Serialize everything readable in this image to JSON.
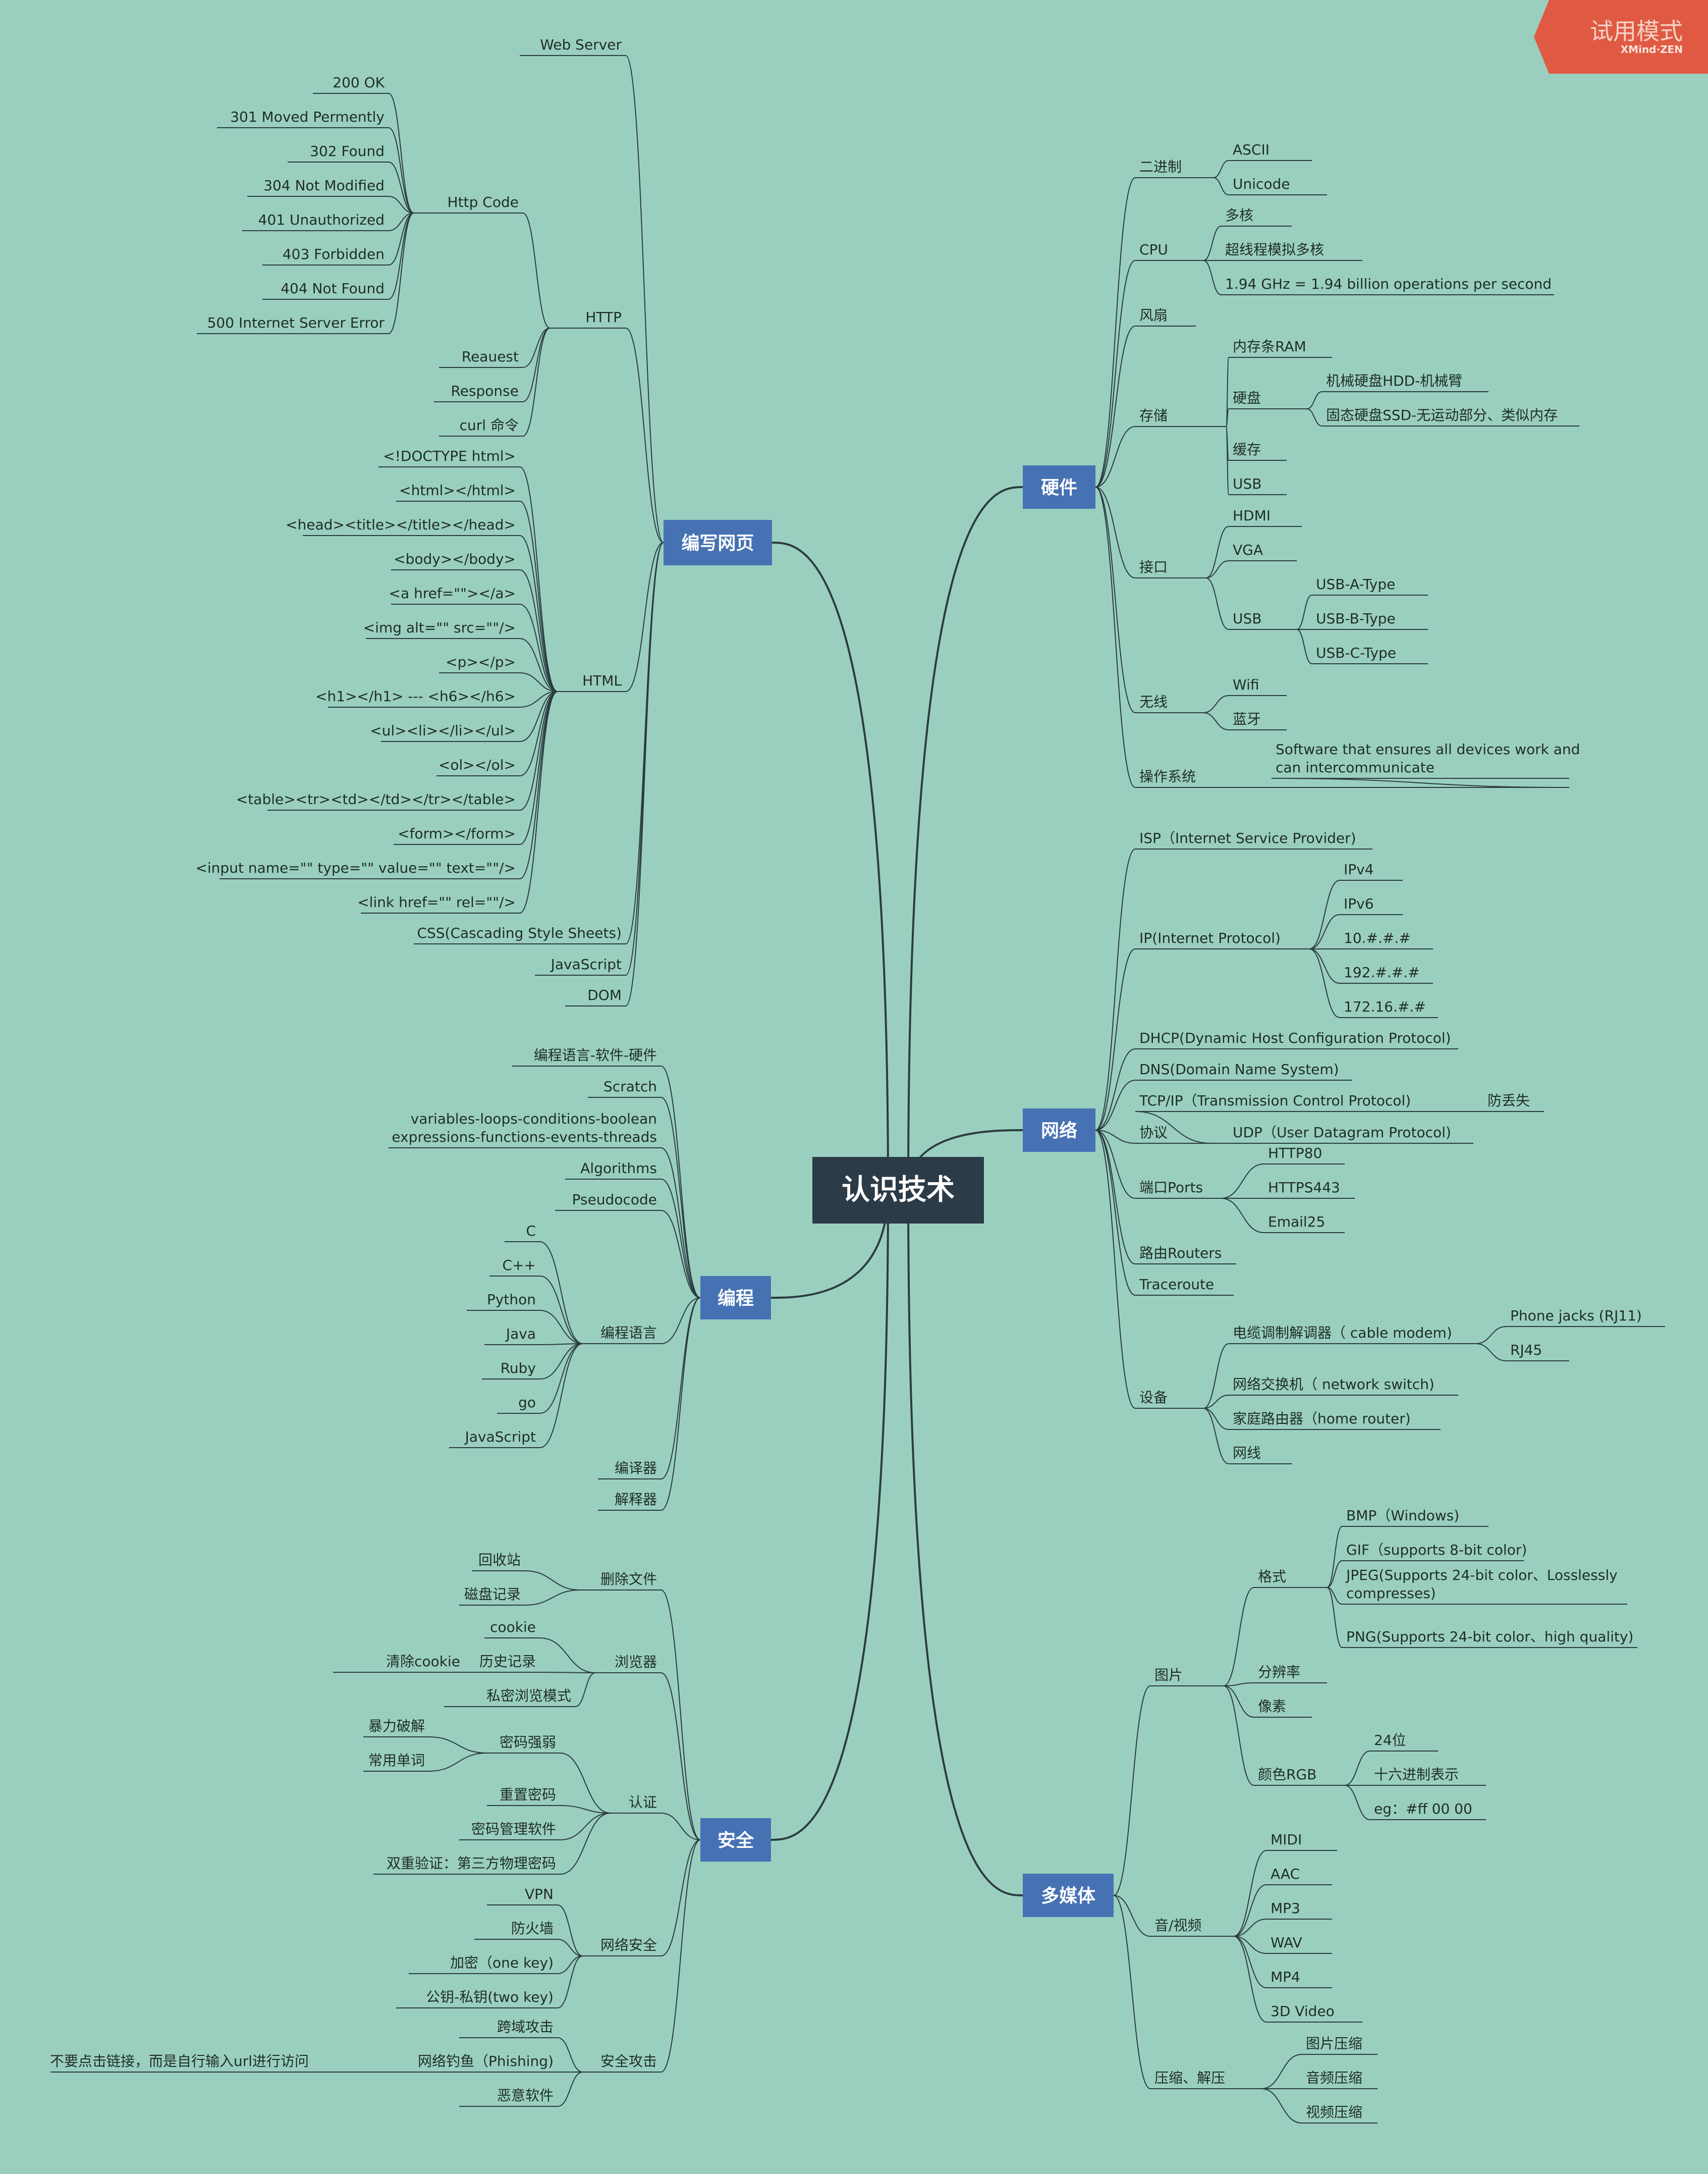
{
  "root": "认识技术",
  "trial_badge": {
    "label": "试用模式",
    "brand": "XMind·ZEN"
  },
  "colors": {
    "background": "#9acfbf",
    "branch": "#4672b4",
    "root": "#2b3b47",
    "badge": "#e05a43"
  },
  "branches": {
    "web": {
      "label": "编写网页",
      "children": [
        {
          "label": "Web Server"
        },
        {
          "label": "HTTP",
          "children": [
            {
              "label": "Http Code",
              "children": [
                {
                  "label": "200 OK"
                },
                {
                  "label": "301 Moved Permently"
                },
                {
                  "label": "302 Found"
                },
                {
                  "label": "304 Not Modified"
                },
                {
                  "label": "401 Unauthorized"
                },
                {
                  "label": "403 Forbidden"
                },
                {
                  "label": "404 Not Found"
                },
                {
                  "label": "500 Internet Server Error"
                }
              ]
            },
            {
              "label": "Reauest"
            },
            {
              "label": "Response"
            },
            {
              "label": "curl 命令"
            }
          ]
        },
        {
          "label": "HTML",
          "children": [
            {
              "label": "<!DOCTYPE html>"
            },
            {
              "label": "<html></html>"
            },
            {
              "label": "<head><title></title></head>"
            },
            {
              "label": "<body></body>"
            },
            {
              "label": "<a href=\"\"></a>"
            },
            {
              "label": "<img alt=\"\" src=\"\"/>"
            },
            {
              "label": "<p></p>"
            },
            {
              "label": "<h1></h1> ---  <h6></h6>"
            },
            {
              "label": "<ul><li></li></ul>"
            },
            {
              "label": "<ol></ol>"
            },
            {
              "label": "<table><tr><td></td></tr></table>"
            },
            {
              "label": "<form></form>"
            },
            {
              "label": "<input name=\"\" type=\"\" value=\"\" text=\"\"/>"
            },
            {
              "label": "<link href=\"\" rel=\"\"/>"
            }
          ]
        },
        {
          "label": "CSS(Cascading Style Sheets)"
        },
        {
          "label": "JavaScript"
        },
        {
          "label": "DOM"
        }
      ]
    },
    "programming": {
      "label": "编程",
      "children": [
        {
          "label": "编程语言-软件-硬件"
        },
        {
          "label": "Scratch"
        },
        {
          "label": "variables-loops-conditions-boolean expressions-functions-events-threads"
        },
        {
          "label": "Algorithms"
        },
        {
          "label": "Pseudocode"
        },
        {
          "label": "编程语言",
          "children": [
            {
              "label": "C"
            },
            {
              "label": "C++"
            },
            {
              "label": "Python"
            },
            {
              "label": "Java"
            },
            {
              "label": "Ruby"
            },
            {
              "label": "go"
            },
            {
              "label": "JavaScript"
            }
          ]
        },
        {
          "label": "编译器"
        },
        {
          "label": "解释器"
        }
      ]
    },
    "security": {
      "label": "安全",
      "children": [
        {
          "label": "删除文件",
          "children": [
            {
              "label": "回收站"
            },
            {
              "label": "磁盘记录"
            }
          ]
        },
        {
          "label": "浏览器",
          "children": [
            {
              "label": "cookie"
            },
            {
              "label": "历史记录",
              "children": [
                {
                  "label": "清除cookie"
                }
              ]
            },
            {
              "label": "私密浏览模式"
            }
          ]
        },
        {
          "label": "认证",
          "children": [
            {
              "label": "密码强弱",
              "children": [
                {
                  "label": "暴力破解"
                },
                {
                  "label": "常用单词"
                }
              ]
            },
            {
              "label": "重置密码"
            },
            {
              "label": "密码管理软件"
            },
            {
              "label": "双重验证：第三方物理密码"
            }
          ]
        },
        {
          "label": "网络安全",
          "children": [
            {
              "label": "VPN"
            },
            {
              "label": "防火墙"
            },
            {
              "label": "加密（one key)"
            },
            {
              "label": "公钥-私钥(two key)"
            }
          ]
        },
        {
          "label": "安全攻击",
          "children": [
            {
              "label": "跨域攻击"
            },
            {
              "label": "网络钓鱼（Phishing)",
              "children": [
                {
                  "label": "不要点击链接，而是自行输入url进行访问"
                }
              ]
            },
            {
              "label": "恶意软件"
            }
          ]
        }
      ]
    },
    "hardware": {
      "label": "硬件",
      "children": [
        {
          "label": "二进制",
          "children": [
            {
              "label": "ASCII"
            },
            {
              "label": "Unicode"
            }
          ]
        },
        {
          "label": "CPU",
          "children": [
            {
              "label": "多核"
            },
            {
              "label": "超线程模拟多核"
            },
            {
              "label": "1.94 GHz = 1.94 billion operations per second"
            }
          ]
        },
        {
          "label": "风扇"
        },
        {
          "label": "存储",
          "children": [
            {
              "label": "内存条RAM"
            },
            {
              "label": "硬盘",
              "children": [
                {
                  "label": "机械硬盘HDD-机械臂"
                },
                {
                  "label": "固态硬盘SSD-无运动部分、类似内存"
                }
              ]
            },
            {
              "label": "缓存"
            },
            {
              "label": "USB"
            }
          ]
        },
        {
          "label": "接口",
          "children": [
            {
              "label": "HDMI"
            },
            {
              "label": "VGA"
            },
            {
              "label": "USB",
              "children": [
                {
                  "label": "USB-A-Type"
                },
                {
                  "label": "USB-B-Type"
                },
                {
                  "label": "USB-C-Type"
                }
              ]
            }
          ]
        },
        {
          "label": "无线",
          "children": [
            {
              "label": "Wifi"
            },
            {
              "label": "蓝牙"
            }
          ]
        },
        {
          "label": "操作系统",
          "children": [
            {
              "label": "Software that ensures all devices work and can intercommunicate"
            }
          ]
        }
      ]
    },
    "network": {
      "label": "网络",
      "children": [
        {
          "label": "ISP（Internet Service Provider)"
        },
        {
          "label": "IP(Internet Protocol)",
          "children": [
            {
              "label": "IPv4"
            },
            {
              "label": "IPv6"
            },
            {
              "label": "10.#.#.#"
            },
            {
              "label": "192.#.#.#"
            },
            {
              "label": "172.16.#.#"
            }
          ]
        },
        {
          "label": "DHCP(Dynamic Host Configuration Protocol)"
        },
        {
          "label": "DNS(Domain Name System)"
        },
        {
          "label": "协议",
          "children": [
            {
              "label": "TCP/IP（Transmission Control Protocol)",
              "children": [
                {
                  "label": "防丢失"
                }
              ]
            },
            {
              "label": "UDP（User Datagram Protocol)"
            }
          ]
        },
        {
          "label": "端口Ports",
          "children": [
            {
              "label": "HTTP80"
            },
            {
              "label": "HTTPS443"
            },
            {
              "label": "Email25"
            }
          ]
        },
        {
          "label": "路由Routers"
        },
        {
          "label": "Traceroute"
        },
        {
          "label": "设备",
          "children": [
            {
              "label": "电缆调制解调器（ cable modem)",
              "children": [
                {
                  "label": "Phone jacks (RJ11)"
                },
                {
                  "label": "RJ45"
                }
              ]
            },
            {
              "label": "网络交换机（ network switch)"
            },
            {
              "label": "家庭路由器（home router)"
            },
            {
              "label": "网线"
            }
          ]
        }
      ]
    },
    "multimedia": {
      "label": "多媒体",
      "children": [
        {
          "label": "图片",
          "children": [
            {
              "label": "格式",
              "children": [
                {
                  "label": "BMP（Windows)"
                },
                {
                  "label": "GIF（supports 8-bit color)"
                },
                {
                  "label": "JPEG(Supports 24-bit color、Losslessly compresses)"
                },
                {
                  "label": "PNG(Supports 24-bit color、high quality)"
                }
              ]
            },
            {
              "label": "分辨率"
            },
            {
              "label": "像素"
            },
            {
              "label": "颜色RGB",
              "children": [
                {
                  "label": "24位"
                },
                {
                  "label": "十六进制表示"
                },
                {
                  "label": "eg：#ff 00 00"
                }
              ]
            }
          ]
        },
        {
          "label": "音/视频",
          "children": [
            {
              "label": "MIDI"
            },
            {
              "label": "AAC"
            },
            {
              "label": "MP3"
            },
            {
              "label": "WAV"
            },
            {
              "label": "MP4"
            },
            {
              "label": "3D Video"
            }
          ]
        },
        {
          "label": "压缩、解压",
          "children": [
            {
              "label": "图片压缩"
            },
            {
              "label": "音频压缩"
            },
            {
              "label": "视频压缩"
            }
          ]
        }
      ]
    }
  }
}
